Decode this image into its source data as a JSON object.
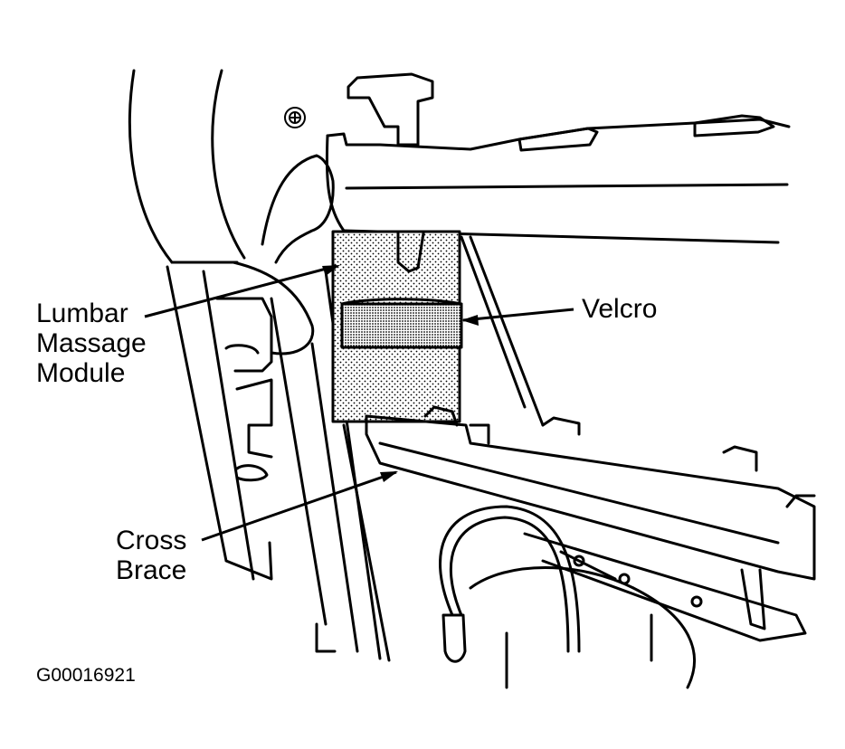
{
  "labels": {
    "lumbar_line1": "Lumbar",
    "lumbar_line2": "Massage",
    "lumbar_line3": "Module",
    "velcro": "Velcro",
    "cross_line1": "Cross",
    "cross_line2": "Brace"
  },
  "figure_code": "G00016921",
  "colors": {
    "ink": "#000000",
    "paper": "#ffffff"
  }
}
